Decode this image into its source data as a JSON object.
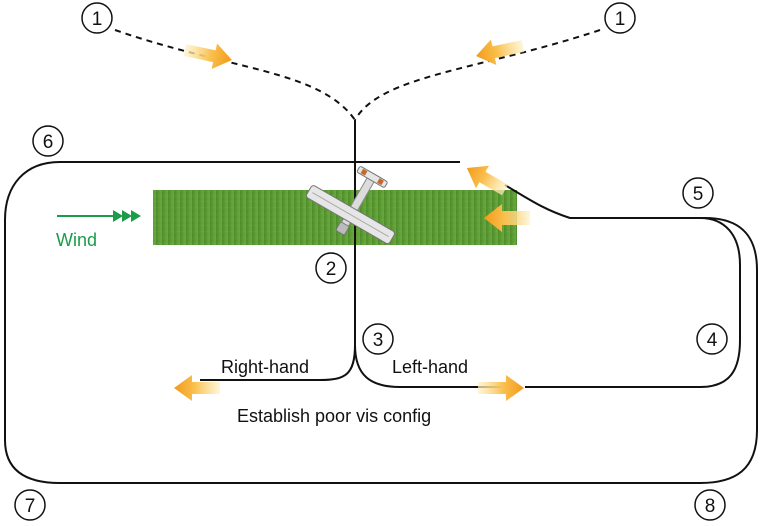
{
  "markers": [
    {
      "id": "1a",
      "text": "1"
    },
    {
      "id": "1b",
      "text": "1"
    },
    {
      "id": "2",
      "text": "2"
    },
    {
      "id": "3",
      "text": "3"
    },
    {
      "id": "4",
      "text": "4"
    },
    {
      "id": "5",
      "text": "5"
    },
    {
      "id": "6",
      "text": "6"
    },
    {
      "id": "7",
      "text": "7"
    },
    {
      "id": "8",
      "text": "8"
    }
  ],
  "labels": {
    "wind": "Wind",
    "right_hand": "Right-hand",
    "left_hand": "Left-hand",
    "poor_vis": "Establish poor vis config"
  },
  "colors": {
    "runway": "#5a9a34",
    "runway_dark": "#3f7f22",
    "wind": "#1a9c4a",
    "arrow": "#f7a928",
    "line": "#111111"
  },
  "icons": {
    "aircraft": "light-aircraft-icon",
    "direction": "orange-arrow-icon",
    "wind": "wind-arrow-icon"
  }
}
